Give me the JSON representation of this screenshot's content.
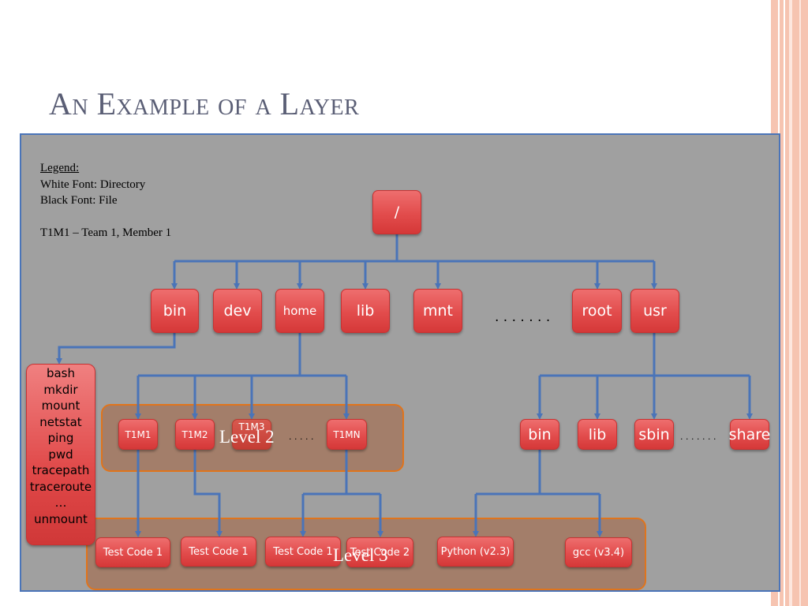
{
  "slide": {
    "title": "An Example of a Layer"
  },
  "legend": {
    "heading": "Legend:",
    "line1": "White Font: Directory",
    "line2": "Black Font: File",
    "line3": "T1M1 – Team 1, Member 1"
  },
  "levels": {
    "level2": "Level 2",
    "level3": "Level 3"
  },
  "nodes": {
    "root": "/",
    "bin": "bin",
    "dev": "dev",
    "home": "home",
    "lib": "lib",
    "mnt": "mnt",
    "rootdir": "root",
    "usr": "usr",
    "t1m1": "T1M1",
    "t1m2": "T1M2",
    "t1m3": "T1M3",
    "t1mn": "T1MN",
    "usr_bin": "bin",
    "usr_lib": "lib",
    "usr_sbin": "sbin",
    "usr_share": "share",
    "tc1a": "Test Code 1",
    "tc1b": "Test Code 1",
    "tc1c": "Test Code 1",
    "tc2": "Test Code 2",
    "python": "Python (v2.3)",
    "gcc": "gcc (v3.4)"
  },
  "bin_files": [
    "bash",
    "mkdir",
    "mount",
    "netstat",
    "ping",
    "pwd",
    "tracepath",
    "traceroute",
    "…",
    "unmount"
  ],
  "ellipses": {
    "top_row": ". . . . . . .",
    "level2_row": ". . . . .",
    "usr_row": ". . . . . . ."
  },
  "colors": {
    "node": "#e24c4c",
    "wire": "#4a74b8",
    "level_border": "#e0741c",
    "panel": "#a0a0a0"
  }
}
